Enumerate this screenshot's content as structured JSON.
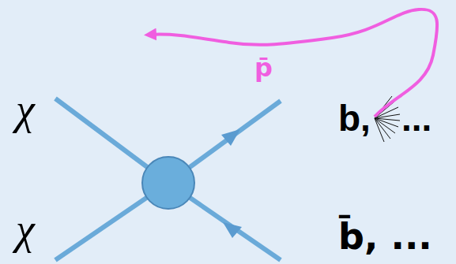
{
  "diagram": {
    "labels": [
      "χ",
      "χ",
      "b,",
      "...",
      "b̄, ...",
      "p̄"
    ]
  }
}
